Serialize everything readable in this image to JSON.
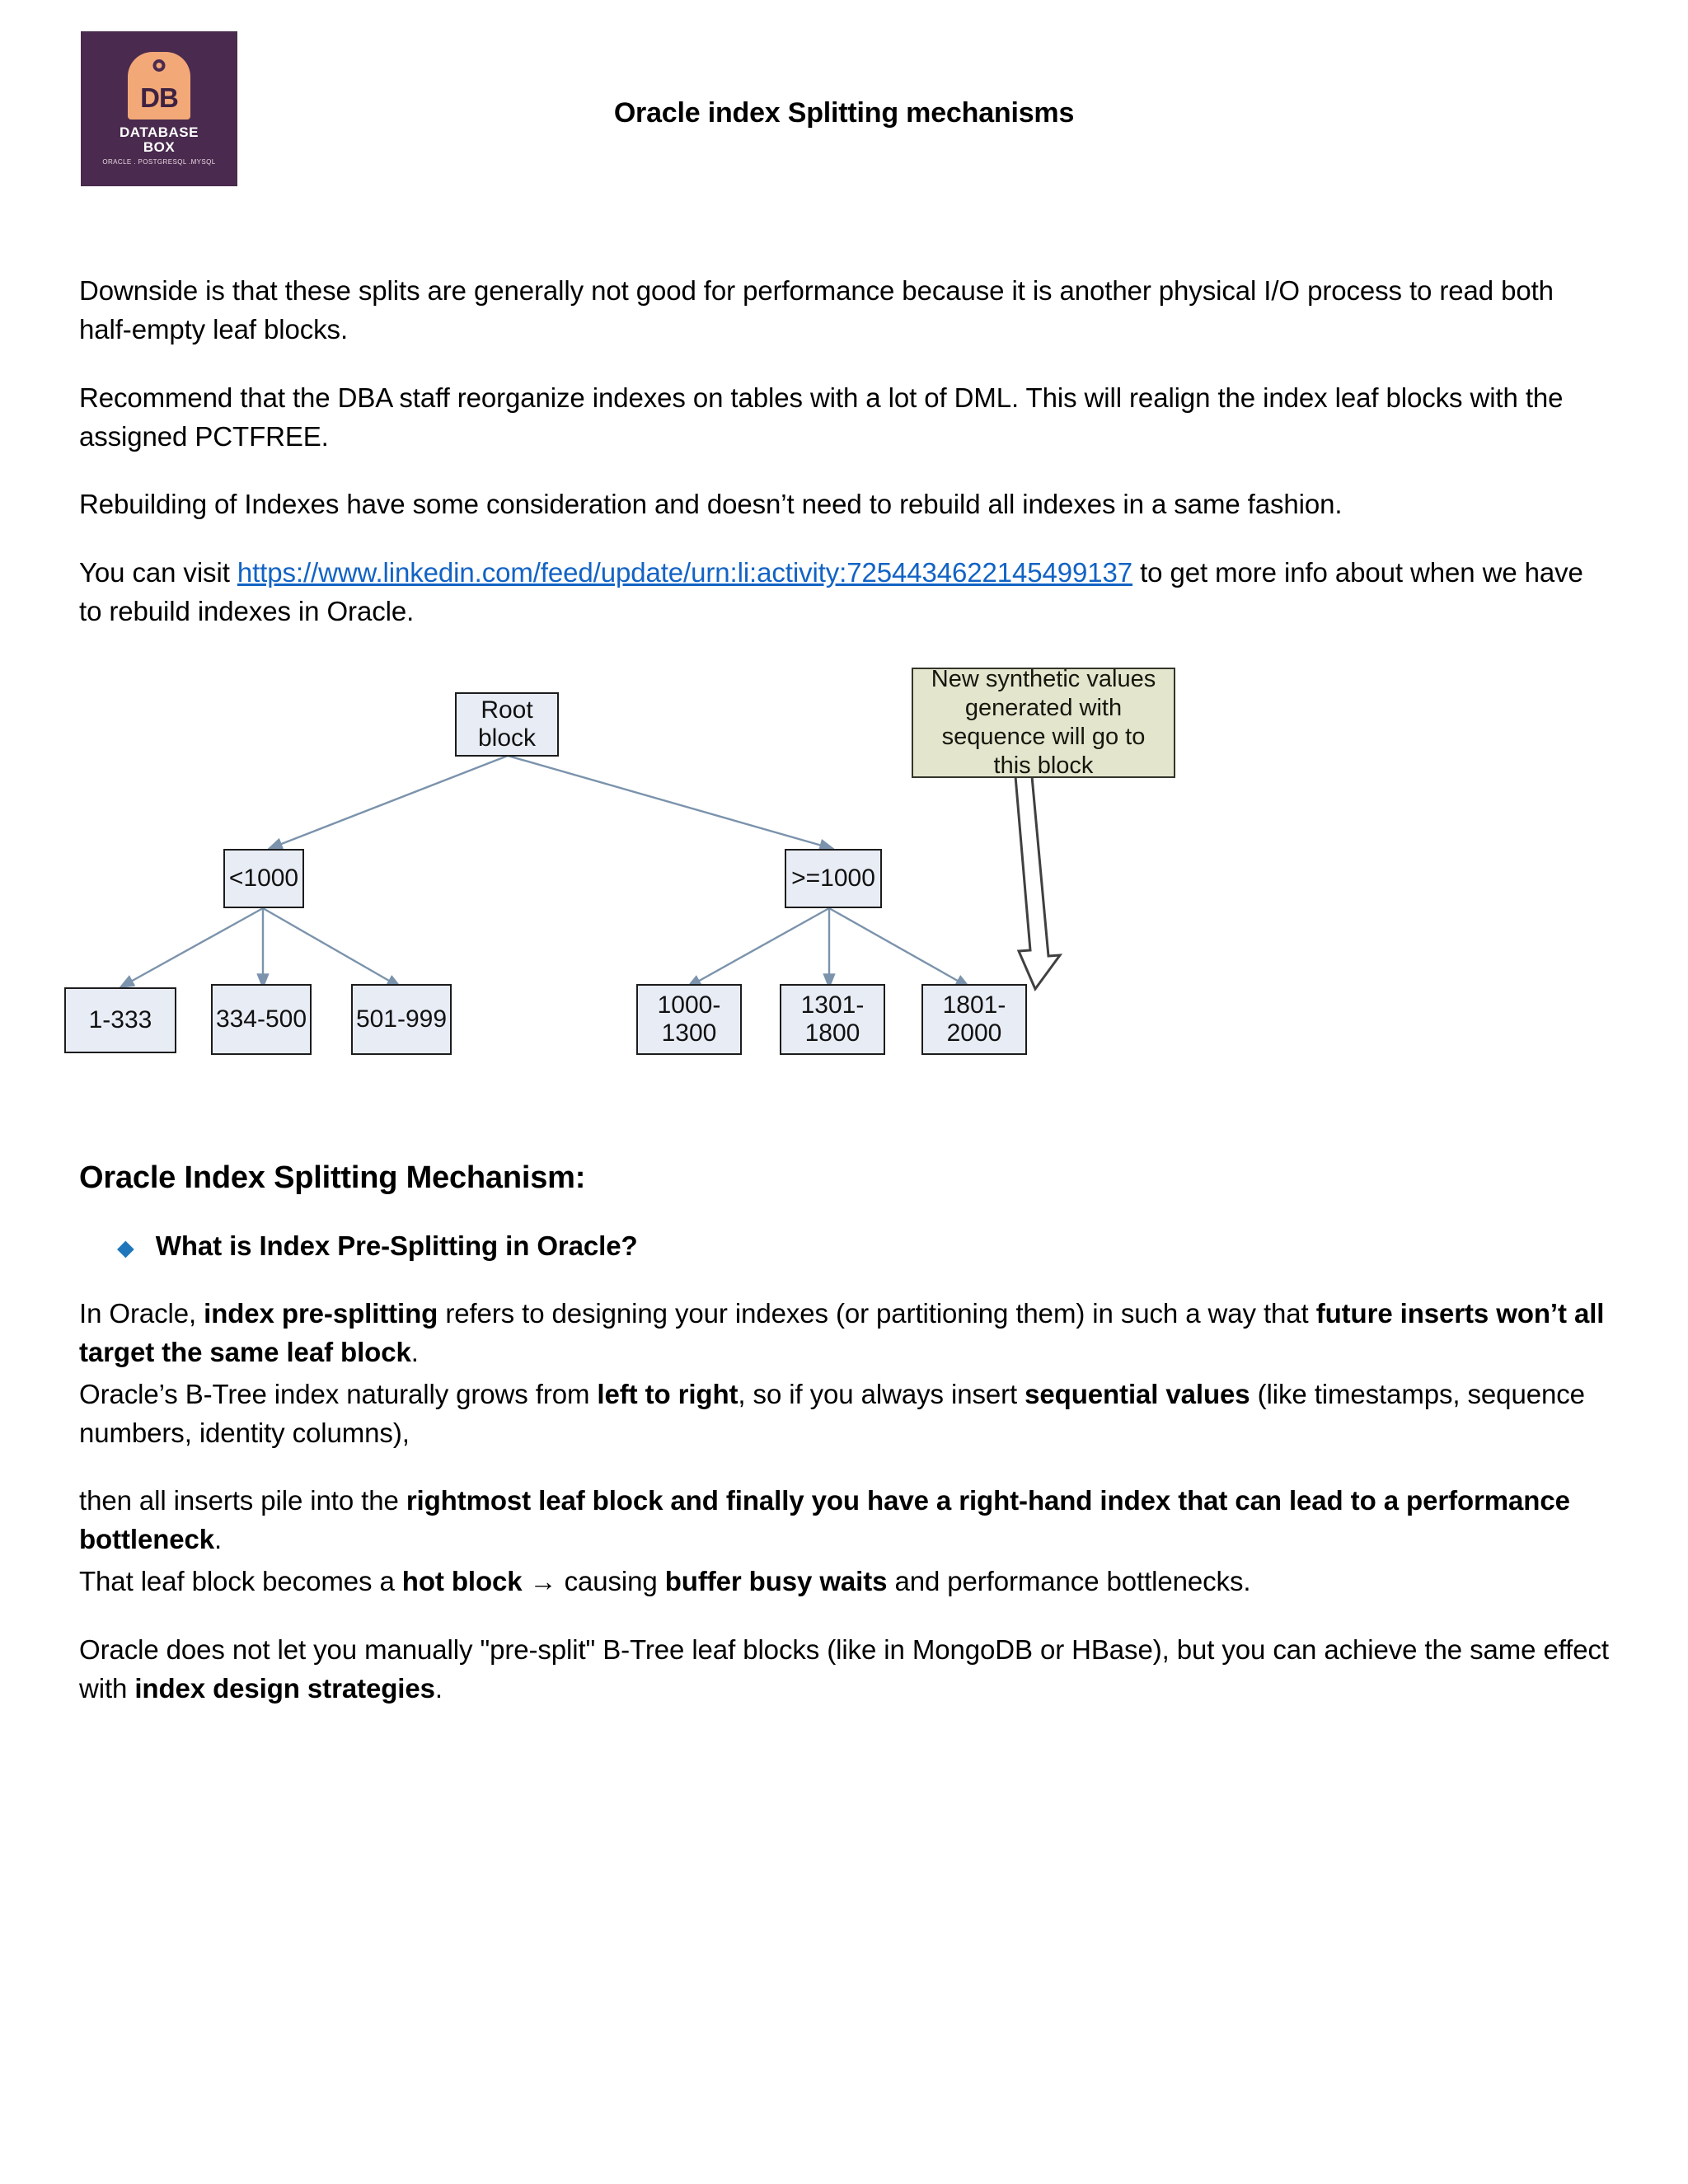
{
  "header": {
    "title": "Oracle index Splitting mechanisms",
    "logo": {
      "mark": "DB",
      "name_line1": "DATABASE",
      "name_line2": "BOX",
      "subtitle": "ORACLE . POSTGRESQL .MYSQL",
      "bg_color": "#4a2a4e",
      "tag_color": "#f3a878"
    }
  },
  "body": {
    "p1": "Downside is that these splits are generally not good for performance because it is another physical I/O process to read both half-empty leaf blocks.",
    "p2": "Recommend that the DBA staff reorganize indexes on tables with a lot of DML.  This will realign the index leaf blocks with the assigned PCTFREE.",
    "p3": "Rebuilding of Indexes have some consideration and doesn’t need to rebuild all indexes in a same fashion.",
    "p4_prefix": "You can visit ",
    "p4_link": "https://www.linkedin.com/feed/update/urn:li:activity:7254434622145499137",
    "p4_suffix": "  to get more info about when we have to rebuild indexes in Oracle.",
    "link_color": "#1263c4"
  },
  "diagram": {
    "root": "Root block",
    "callout": "New synthetic values generated with sequence will go to this block",
    "branch_left": "<1000",
    "branch_right": ">=1000",
    "leaves": [
      "1-333",
      "334-500",
      "501-999",
      "1000-1300",
      "1301-1800",
      "1801-2000"
    ],
    "node_fill": "#e8ecf5",
    "node_border": "#1c1c1c",
    "callout_fill": "#e3e5cd",
    "connector_color": "#7b93ac"
  },
  "section": {
    "title": "Oracle Index Splitting Mechanism:",
    "bullet_glyph": "◆",
    "bullet_color": "#1f76bb",
    "bullet_label": "What is Index Pre-Splitting in Oracle?",
    "p5_a": "In Oracle, ",
    "p5_b": "index pre-splitting",
    "p5_c": " refers to designing your indexes (or partitioning them) in such a way that ",
    "p5_d": "future inserts won’t all target the same leaf block",
    "p5_e": ".",
    "p6_a": "Oracle’s B-Tree index naturally grows from ",
    "p6_b": "left to right",
    "p6_c": ", so if you always insert ",
    "p6_d": "sequential values",
    "p6_e": " (like timestamps, sequence numbers, identity columns),",
    "p7_a": "then all inserts pile into the ",
    "p7_b": "rightmost leaf block and finally you have a right-hand index that can lead to a performance bottleneck",
    "p7_c": ".",
    "p8_a": "That leaf block becomes a ",
    "p8_b": "hot block",
    "p8_c": " → causing ",
    "p8_d": "buffer busy waits",
    "p8_e": " and performance bottlenecks.",
    "p9_a": "Oracle does not let you manually \"pre-split\" B-Tree leaf blocks (like in MongoDB or HBase), but you can achieve the same effect with ",
    "p9_b": "index design strategies",
    "p9_c": "."
  }
}
